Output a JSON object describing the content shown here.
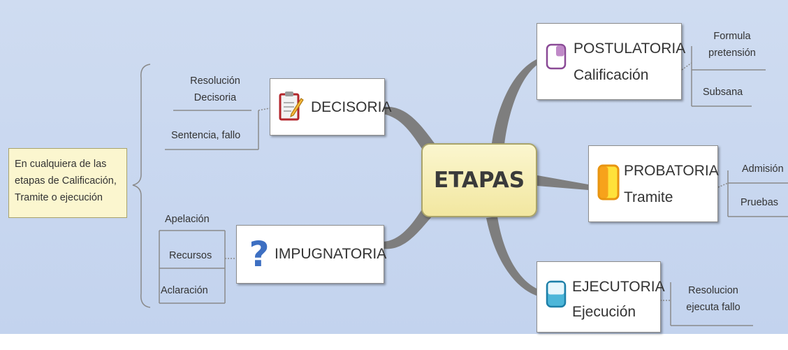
{
  "center": {
    "label": "ETAPAS"
  },
  "note": {
    "lines": [
      "En cualquiera de las",
      "etapas de Calificación,",
      "Tramite o ejecución"
    ]
  },
  "branches": {
    "decisoria": {
      "title": "DECISORIA",
      "icon": "notepad-pencil-icon",
      "children": [
        [
          "Resolución",
          "Decisoria"
        ],
        "Sentencia, fallo"
      ]
    },
    "impugnatoria": {
      "title": "IMPUGNATORIA",
      "icon": "question-mark-icon",
      "children": [
        "Apelación",
        "Recursos",
        "Aclaración"
      ]
    },
    "postulatoria": {
      "title": "POSTULATORIA",
      "subtitle": "Calificación",
      "icon": "purple-square-icon",
      "children": [
        [
          "Formula",
          "pretensión"
        ],
        "Subsana"
      ]
    },
    "probatoria": {
      "title": "PROBATORIA",
      "subtitle": "Tramite",
      "icon": "orange-square-icon",
      "children": [
        "Admisión",
        "Pruebas"
      ]
    },
    "ejecutoria": {
      "title": "EJECUTORIA",
      "subtitle": "Ejecución",
      "icon": "blue-square-icon",
      "children": [
        [
          "Resolucion",
          "ejecuta fallo"
        ]
      ]
    }
  },
  "colors": {
    "background": "#c9d7ef",
    "center_fill": "#f5eaa8",
    "note_fill": "#fbf6cf",
    "connector": "#7a7a7a",
    "line": "#7a7a7a",
    "postulatoria_accent": "#c08ac8",
    "probatoria_accent": "#f7a21b",
    "ejecutoria_accent": "#4cb6d9"
  }
}
